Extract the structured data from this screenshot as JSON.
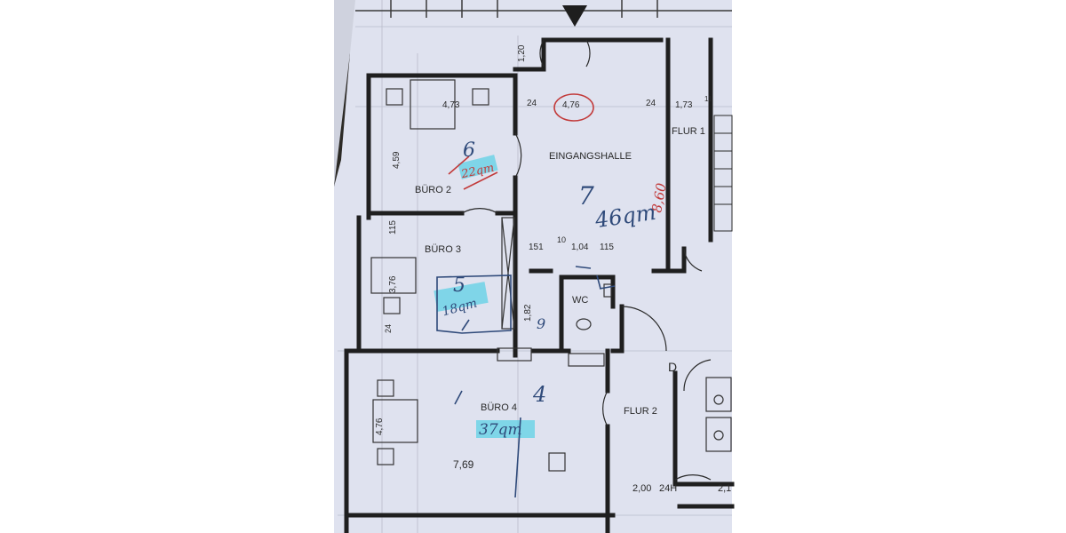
{
  "rooms": {
    "buero2": "BÜRO 2",
    "buero3": "BÜRO 3",
    "buero4": "BÜRO 4",
    "eingangshalle": "EINGANGSHALLE",
    "flur1": "FLUR 1",
    "flur2": "FLUR 2",
    "wc": "WC"
  },
  "dimensions": {
    "d_120": "1,20",
    "d_473": "4,73",
    "d_24a": "24",
    "d_476_top": "4,76",
    "d_24b": "24",
    "d_173": "1,73",
    "d_11": "11",
    "d_459": "4,59",
    "d_115": "115",
    "d_151": "151",
    "d_10": "10",
    "d_104": "1,04",
    "d_115b": "115",
    "d_376": "3,76",
    "d_24c": "24",
    "d_182": "1,82",
    "d_476_left": "4,76",
    "d_769": "7,69",
    "d_200": "2,00",
    "d_24h": "24H",
    "d_21": "2,1",
    "door_d": "D"
  },
  "handwriting": {
    "n6": "6",
    "area6": "22qm",
    "n7": "7",
    "area7": "46qm",
    "red860": "8,60",
    "n5": "5",
    "area5": "18qm",
    "n9": "9",
    "n4": "4",
    "area4": "37qm"
  },
  "colors": {
    "paper": "#dfe2ef",
    "ink": "#2a2a2a",
    "red_pen": "#c23a3a",
    "blue_pen": "#2f4a7a",
    "highlighter": "#5fd1e6"
  }
}
